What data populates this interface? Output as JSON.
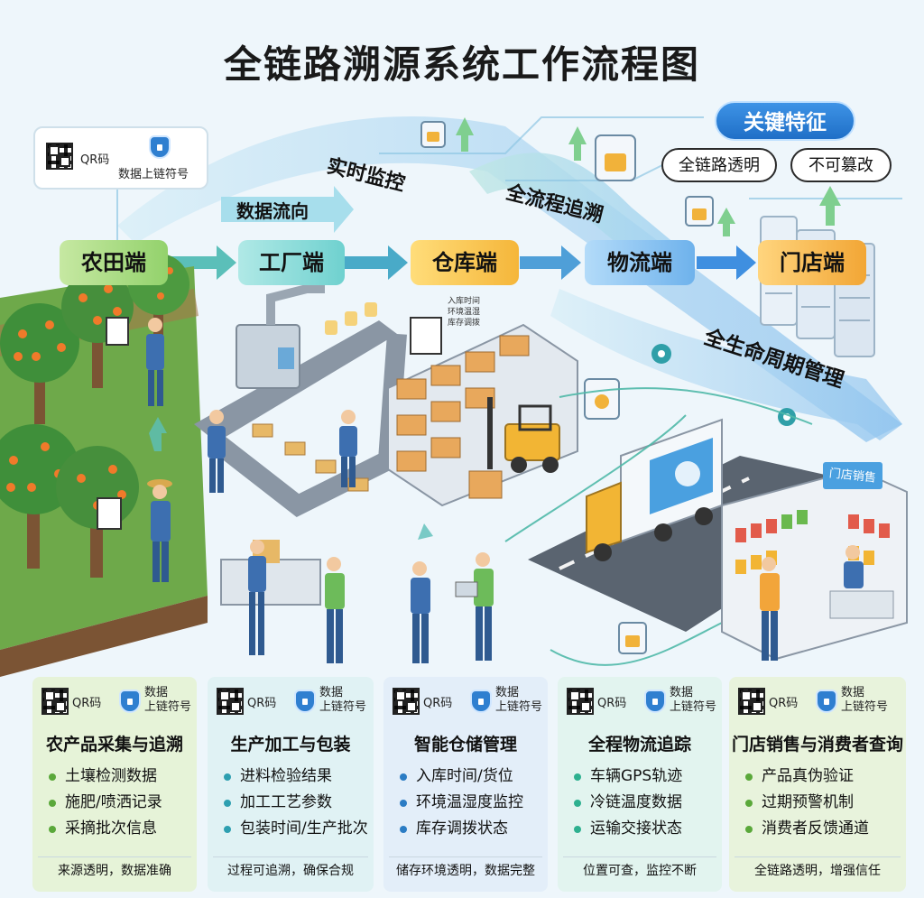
{
  "title": "全链路溯源系统工作流程图",
  "legend": {
    "qr_label": "QR码",
    "chain_label": "数据上链符号"
  },
  "features": {
    "title": "关键特征",
    "items": [
      "全链路透明",
      "不可篡改"
    ]
  },
  "bands": {
    "data_flow": "数据流向",
    "realtime": "实时监控",
    "full_trace": "全流程追溯",
    "lifecycle": "全生命周期管理"
  },
  "stages": [
    "农田端",
    "工厂端",
    "仓库端",
    "物流端",
    "门店端"
  ],
  "scene_labels": {
    "warehouse_tags": [
      "入库时间",
      "环境温湿",
      "库存调拨"
    ],
    "store_sign": "门店销售"
  },
  "column_icon_labels": {
    "qr": "QR码",
    "chain_line1": "数据",
    "chain_line2": "上链符号"
  },
  "columns": [
    {
      "title": "农产品采集与追溯",
      "items": [
        "土壤检测数据",
        "施肥/喷洒记录",
        "采摘批次信息"
      ],
      "footer": "来源透明，数据准确",
      "bullet_color": "#5aa83a",
      "bg": "#e6f3d8"
    },
    {
      "title": "生产加工与包装",
      "items": [
        "进料检验结果",
        "加工工艺参数",
        "包装时间/生产批次"
      ],
      "footer": "过程可追溯，确保合规",
      "bullet_color": "#2d9fb0",
      "bg": "#e0f2f4"
    },
    {
      "title": "智能仓储管理",
      "items": [
        "入库时间/货位",
        "环境温湿度监控",
        "库存调拨状态"
      ],
      "footer": "储存环境透明，数据完整",
      "bullet_color": "#2b7cc4",
      "bg": "#e3eef9"
    },
    {
      "title": "全程物流追踪",
      "items": [
        "车辆GPS轨迹",
        "冷链温度数据",
        "运输交接状态"
      ],
      "footer": "位置可查，监控不断",
      "bullet_color": "#2db08f",
      "bg": "#e2f4ef"
    },
    {
      "title": "门店销售与消费者查询",
      "items": [
        "产品真伪验证",
        "过期预警机制",
        "消费者反馈通道"
      ],
      "footer": "全链路透明，增强信任",
      "bullet_color": "#5aa83a",
      "bg": "#e8f3dc"
    }
  ]
}
